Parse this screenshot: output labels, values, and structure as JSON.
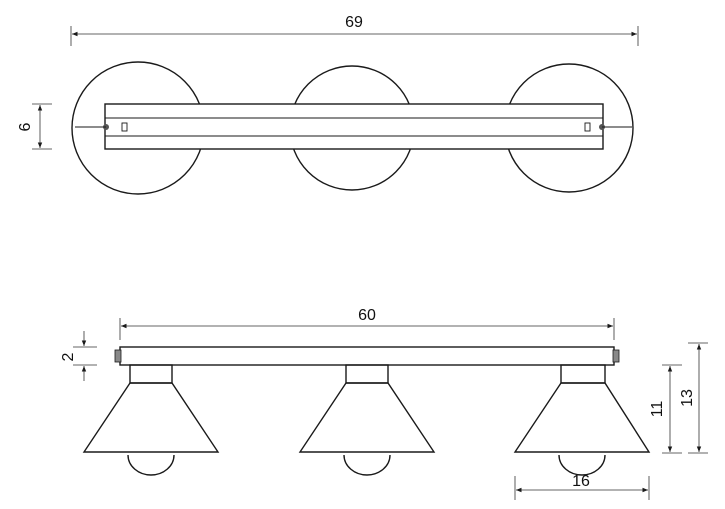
{
  "dimensions": {
    "top_width": "69",
    "top_height": "6",
    "front_width": "60",
    "front_plate_height": "2",
    "front_shade_height": "11",
    "front_total_height": "13",
    "front_shade_width": "16"
  },
  "colors": {
    "line": "#1a1a1a",
    "background": "#ffffff"
  }
}
